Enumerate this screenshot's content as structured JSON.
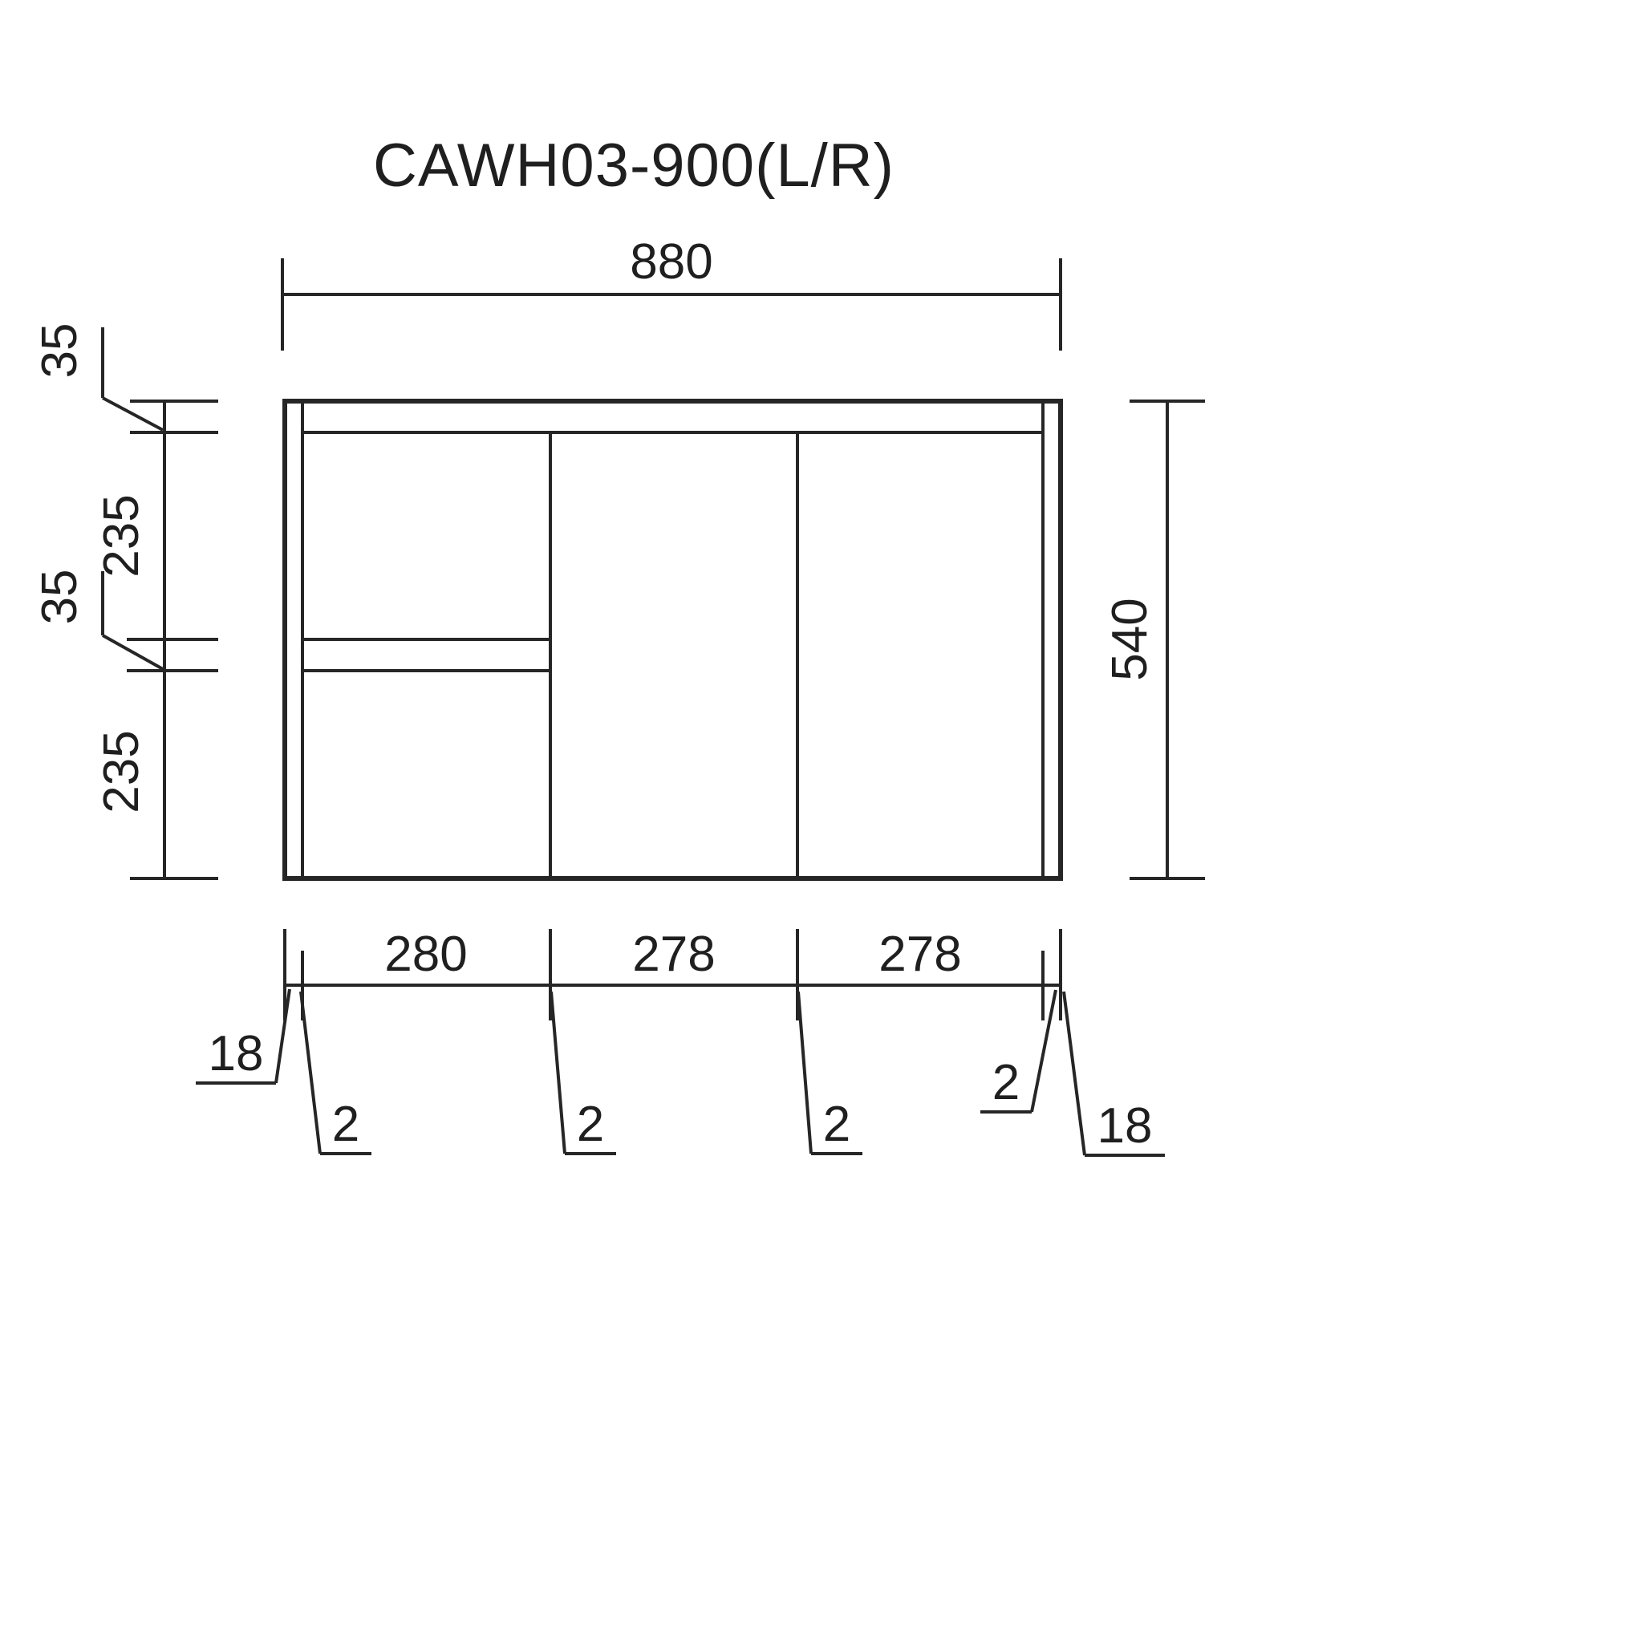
{
  "title": "CAWH03-900(L/R)",
  "dimensions": {
    "overall_width": "880",
    "overall_height": "540",
    "top_rail_thickness": "35",
    "upper_section_height": "235",
    "mid_rail_thickness": "35",
    "lower_section_height": "235",
    "drawer_bay_width": "280",
    "left_door_width": "278",
    "right_door_width": "278"
  },
  "callouts": {
    "left_edge_panel": "18",
    "right_edge_panel": "18",
    "gaps": [
      "2",
      "2",
      "2",
      "2"
    ]
  }
}
